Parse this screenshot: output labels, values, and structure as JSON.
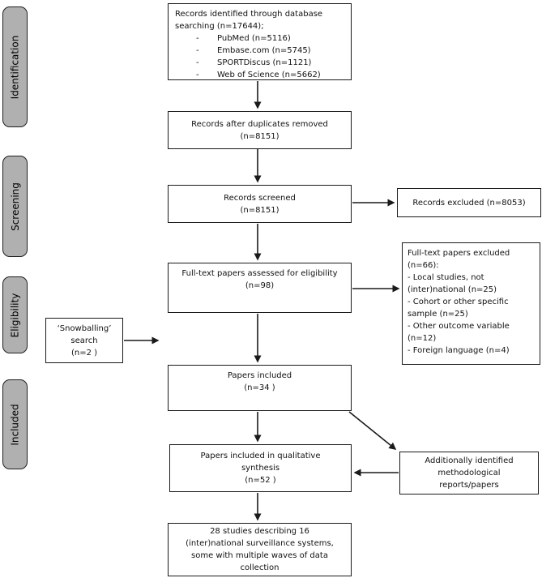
{
  "stages": [
    "Identification",
    "Screening",
    "Eligibility",
    "Included"
  ],
  "boxes": {
    "identified": {
      "heading": "Records identified through database\nsearching (n=17644);",
      "bullet": "-",
      "items": [
        "PubMed (n=5116)",
        "Embase.com (n=5745)",
        "SPORTDiscus (n=1121)",
        "Web of Science (n=5662)"
      ]
    },
    "duplicates_removed": "Records after duplicates removed\n(n=8151)",
    "records_screened": "Records screened\n(n=8151)",
    "records_excluded": "Records excluded  (n=8053)",
    "fulltext_assessed": "Full-text papers assessed for eligibility\n(n=98)",
    "fulltext_excluded": "Full-text papers excluded\n(n=66):\n- Local studies, not (inter)national (n=25)\n- Cohort or other specific sample (n=25)\n- Other outcome variable (n=12)\n- Foreign language (n=4)",
    "snowballing": "‘Snowballing’\nsearch\n(n=2 )",
    "papers_included": "Papers included\n(n=34 )",
    "qualitative_synthesis": "Papers included in qualitative\nsynthesis\n(n=52 )",
    "additional_reports": "Additionally identified\nmethodological\nreports/papers",
    "final_summary": "28 studies describing 16\n(inter)national surveillance systems,\nsome with multiple waves of data\ncollection"
  },
  "colors": {
    "stage_fill": "#b0b0b0",
    "box_border": "#1a1a1a",
    "arrow": "#1a1a1a",
    "background": "#ffffff"
  }
}
